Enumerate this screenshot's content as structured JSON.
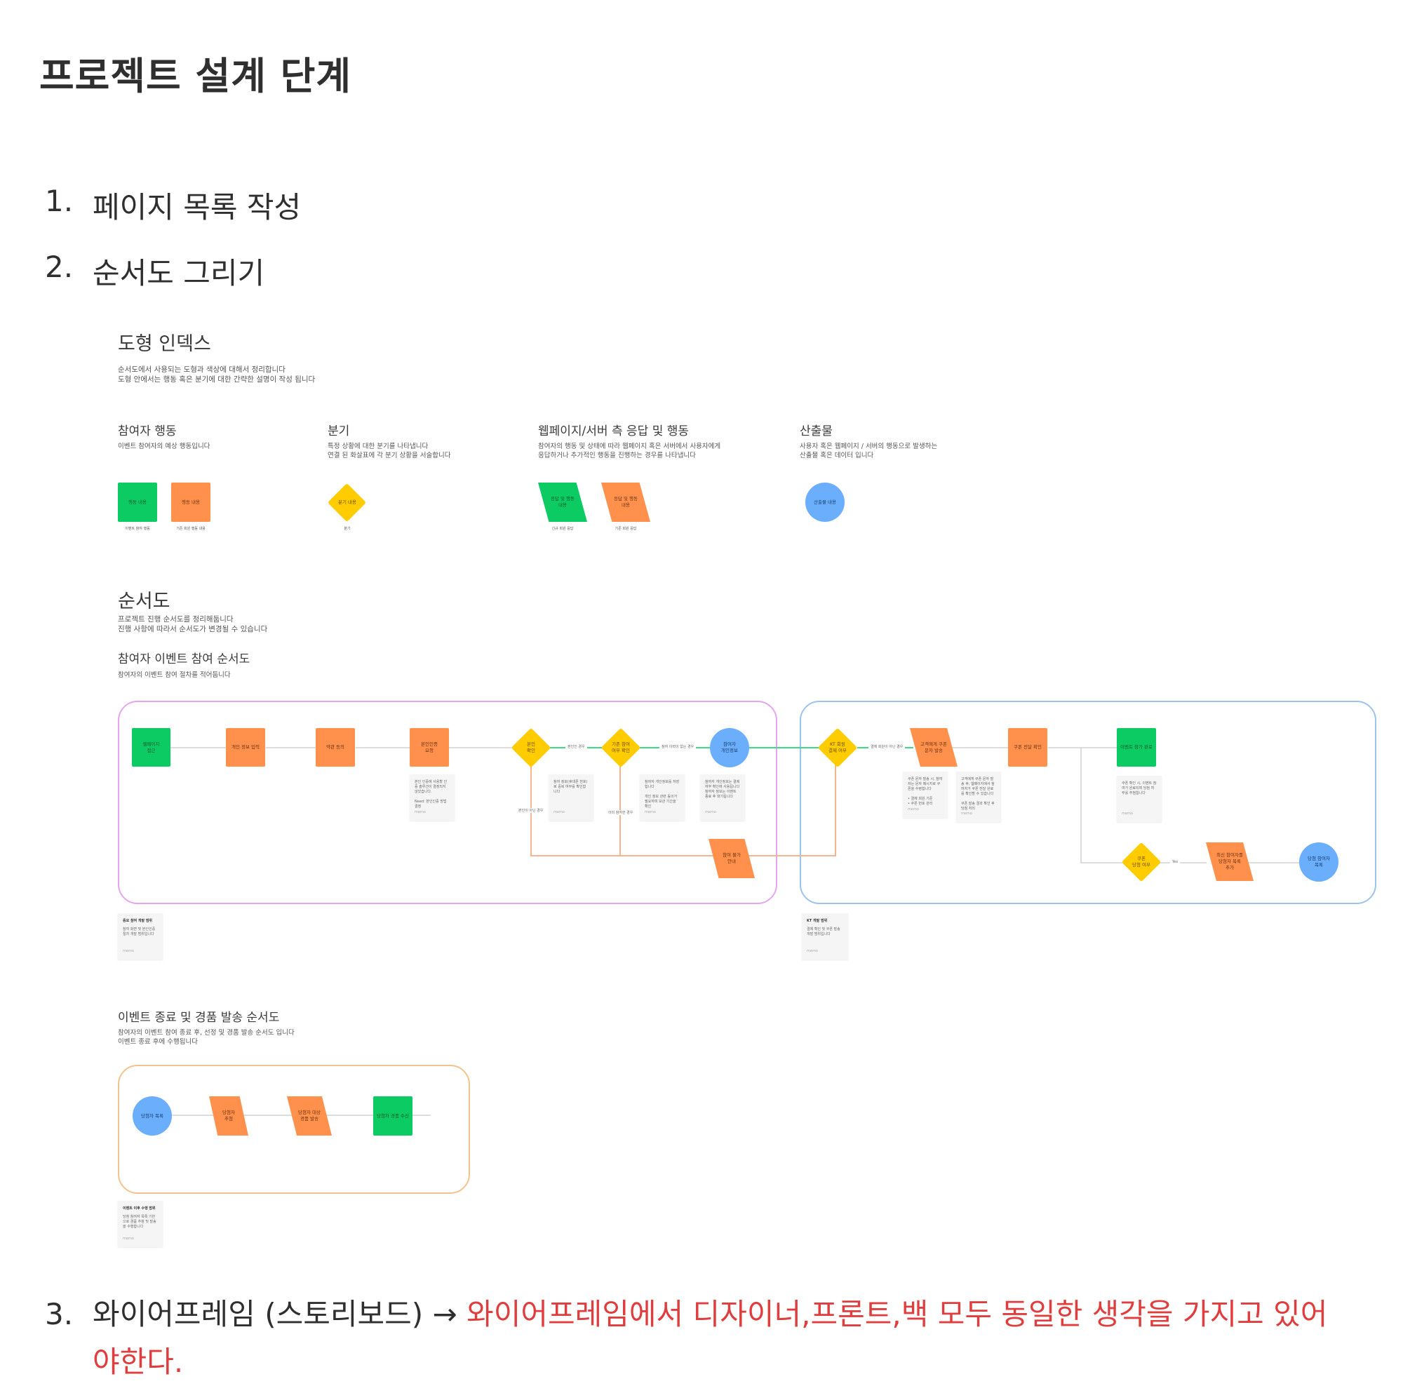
{
  "page": {
    "title": "프로젝트 설계 단계",
    "steps": [
      {
        "num": "1.",
        "label": "페이지 목록 작성"
      },
      {
        "num": "2.",
        "label": "순서도 그리기"
      },
      {
        "num": "3.",
        "label": "와이어프레임 (스토리보드) →",
        "highlight": "와이어프레임에서 디자이너,프론트,백 모두 동일한 생각을 가지고 있어",
        "highlight_cont": "야한다."
      }
    ],
    "colors": {
      "highlight": "#e03e3e",
      "participant_green": "#0ccb62",
      "action_orange": "#ff914d",
      "branch_yellow": "#ffcc00",
      "output_blue": "#6aaefc",
      "frame_pink": "#e3a6ef",
      "frame_blue": "#9cc3ec",
      "frame_orange": "#f2c48d"
    }
  },
  "shape_index": {
    "title": "도형 인덱스",
    "subtitle": "순서도에서 사용되는 도형과 색상에 대해서 정리합니다\n도형 안에서는 행동 혹은 분기에 대한 간략한 설명이 작성 됩니다",
    "categories": [
      {
        "title": "참여자 행동",
        "desc": "이벤트 참여자의 예상 행동입니다",
        "shapes": [
          {
            "label": "행동 내용",
            "caption": "이벤트 참여 행동"
          },
          {
            "label": "행동 내용",
            "caption": "기존 회원 행동 내용"
          }
        ]
      },
      {
        "title": "분기",
        "desc": "특정 상황에 대한 분기를 나타냅니다\n연결 된 화살표에 각 분기 상황을 서술합니다",
        "shapes": [
          {
            "label": "분기 내용",
            "caption": "분기"
          }
        ]
      },
      {
        "title": "웹페이지/서버 측 응답 및 행동",
        "desc": "참여자의 행동 및 상태에 따라 웹페이지 혹은 서버에서 사용자에게\n응답하거나 추가적인 행동을 진행하는 경우를 나타냅니다",
        "shapes": [
          {
            "label": "응답 및 행동\n내용",
            "caption": "신규 회원 응답"
          },
          {
            "label": "응답 및 행동\n내용",
            "caption": "기존 회원 응답"
          }
        ]
      },
      {
        "title": "산출물",
        "desc": "사용자 혹은 웹페이지 / 서버의 행동으로 발생하는\n산출물 혹은 데이터 입니다",
        "shapes": [
          {
            "label": "산출물 내용",
            "caption": ""
          }
        ]
      }
    ]
  },
  "flowchart": {
    "title": "순서도",
    "subtitle": "프로젝트 진행 순서도를 정리해둡니다\n진행 사항에 따라서 순서도가 변경될 수 있습니다",
    "participation": {
      "title": "참여자 이벤트 참여 순서도",
      "subtitle": "참여자의 이벤트 참여 절차를 적어둡니다",
      "nodes": {
        "n1": "웹페이지\n접근",
        "n2": "개인 정보 입력",
        "n3": "약관 동의",
        "n4": "본인인증\n요청",
        "d1": "본인\n확인",
        "d2": "기존 참여\n여부 확인",
        "o1": "참여자\n개인정보",
        "p1": "참여 불가\n안내",
        "d3": "KT 회원\n결제 여부",
        "p2": "고객에게 쿠폰\n문자 발송",
        "n5": "쿠폰 전달 확인",
        "g2": "이벤트 참가 완료",
        "d4": "쿠폰\n당첨 여부",
        "p3": "최신 참여자를\n당첨자 목록\n추가",
        "o2": "당첨 참여자\n목록"
      },
      "edge_labels": {
        "e1": "본인인 경우",
        "e2": "참여 이력이 없는 경우",
        "e3": "결제 회원이 아닌 경우",
        "e4": "본인이 아닌 경우",
        "e5": "이미 참여한 경우",
        "e6": "Yes"
      },
      "notes": {
        "nt1": "본인 인증에 사용할 인증 솔루션이 결정되지 않았습니다.\n\nNeed: 본인인증 방법 결정",
        "nt2": "참여 정보(휴대폰 번호)로 중복 여부를 확인합니다",
        "nt3": "참여자 개인정보를 저장합니다\n\n개인 정보 관련 동의가 필요하며 보관 기간을 확인",
        "nt4": "참여자 개인정보는 결제 여부 확인에 사용됩니다\n참여자 정보는 이벤트 종료 후 파기됩니다",
        "nt5": "쿠폰 문자 발송 시, 참여자는 문자 메시지로 쿠폰을 수령합니다\n\n• 결제 회원 기준\n• 쿠폰 번호 관리",
        "nt6": "고객에게 쿠폰 문자 발송 후, 웹페이지에서 참여자가 쿠폰 전달 완료를 확인할 수 있습니다\n\n쿠폰 발송 결과 확인 후 당첨 처리",
        "nt7": "쿠폰 확인 시, 이벤트 참여가 완료되며 당첨 여부를 추첨합니다",
        "foot": "memo"
      },
      "frame_notes": {
        "left_title": "중요 참여 개발 범위",
        "left_body": "참여 화면 및 본인인증 절차 개발 범위입니다",
        "right_title": "KT 개발 범위",
        "right_body": "결제 확인 및 쿠폰 발송 개발 범위입니다"
      }
    },
    "prize": {
      "title": "이벤트 종료 및 경품 발송 순서도",
      "subtitle": "참여자의 이벤트 참여 종료 후, 선정 및 경품 발송 순서도 입니다\n이벤트 종료 후에 수행됩니다",
      "nodes": {
        "o1": "당첨자 목록",
        "p1": "당첨자\n추첨",
        "p2": "당첨자 대상\n경품 발송",
        "g1": "당첨자 경품 수신"
      },
      "frame_note_title": "이벤트 이후 수행 범위",
      "frame_note_body": "당첨 참여자 목록 기반으로 경품 추첨 및 발송을 수행합니다"
    }
  }
}
